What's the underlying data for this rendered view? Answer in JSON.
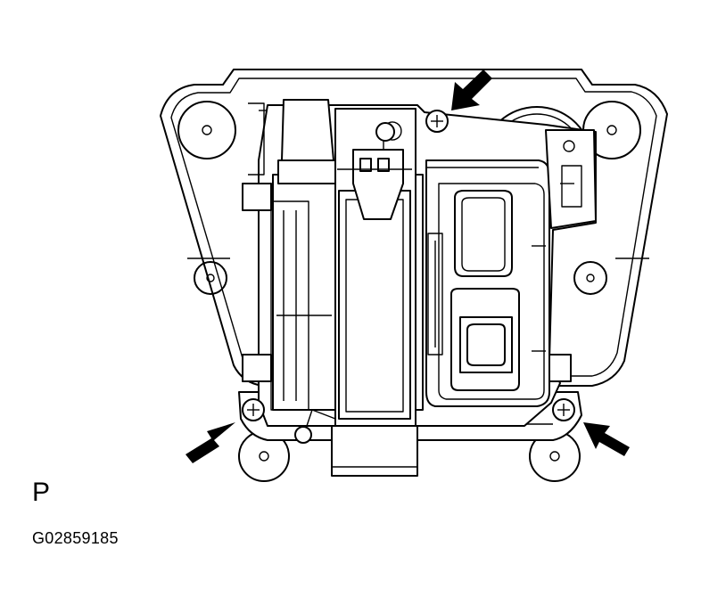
{
  "view_label": "P",
  "figure_id": "G02859185",
  "colors": {
    "line": "#000000",
    "background": "#ffffff"
  },
  "icons": [
    "arrow-upper-right",
    "arrow-lower-left",
    "arrow-lower-right"
  ]
}
